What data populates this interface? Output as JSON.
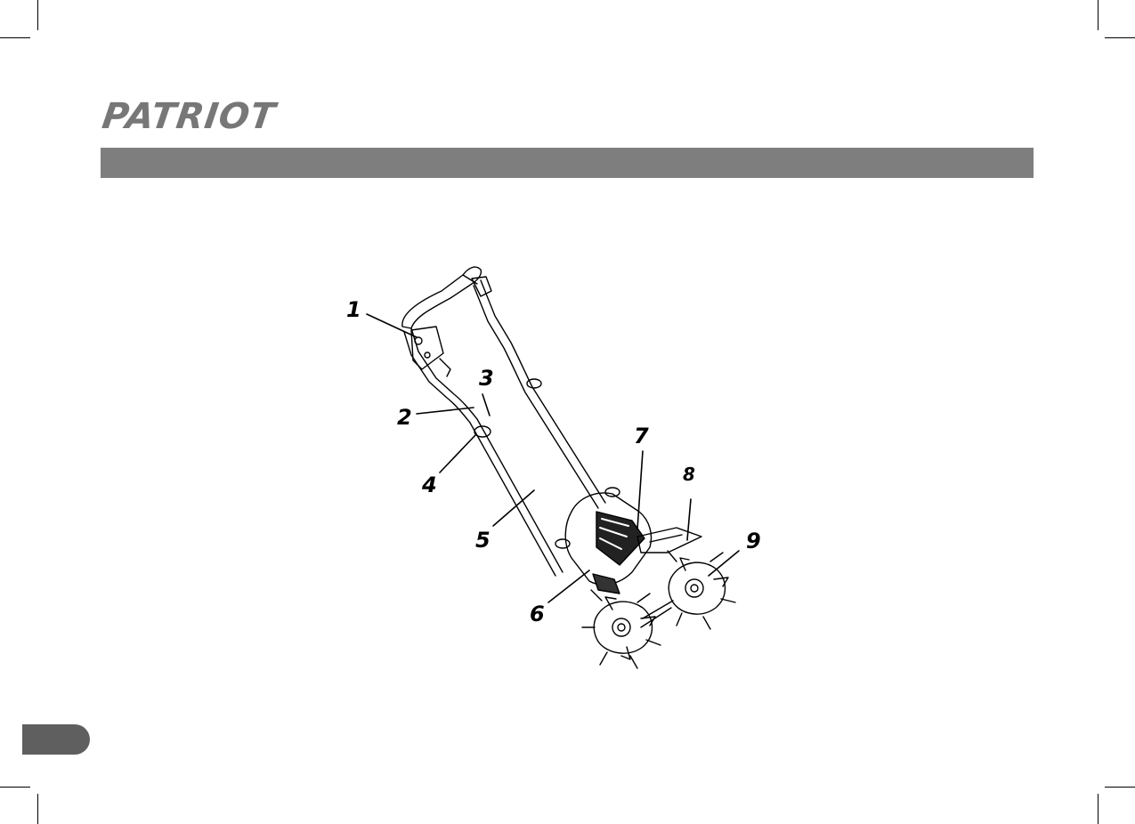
{
  "header": {
    "brand": "PATRIOT"
  },
  "figure": {
    "subject": "electric cultivator",
    "callouts": [
      "1",
      "2",
      "3",
      "4",
      "5",
      "6",
      "7",
      "8",
      "9"
    ]
  },
  "colors": {
    "brand_gray": "#777777",
    "bar_gray": "#7e7e7e",
    "tab_gray": "#5f5f5f"
  }
}
